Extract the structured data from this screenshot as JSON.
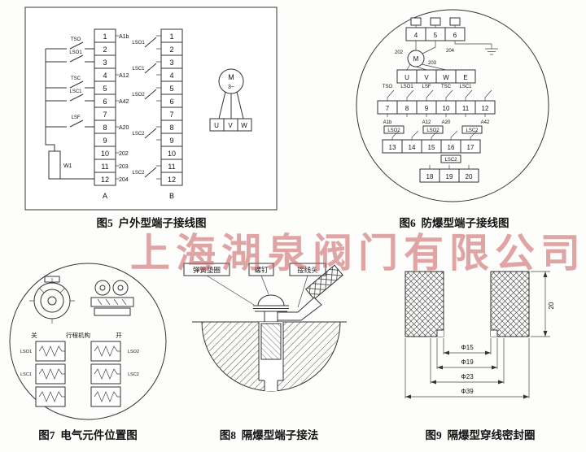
{
  "watermark": "上海湖泉阀门有限公司",
  "fig5": {
    "caption": "图5  户外型端子接线图",
    "column_a_label": "A",
    "column_b_label": "B",
    "terminals_a": [
      "1",
      "2",
      "3",
      "4",
      "5",
      "6",
      "7",
      "8",
      "9",
      "10",
      "11",
      "12"
    ],
    "terminals_b": [
      "1",
      "2",
      "3",
      "4",
      "5",
      "6",
      "7",
      "8",
      "9",
      "10",
      "11",
      "12"
    ],
    "right_labels": [
      "A1b",
      "A12",
      "A42",
      "A20",
      "202",
      "203",
      "204"
    ],
    "switches_a": [
      "TSO",
      "LSO1",
      "TSC",
      "LSC1",
      "LSF"
    ],
    "resistor_label": "W1",
    "switches_b": [
      "LSO1",
      "LSC1",
      "LSO2",
      "LSC2",
      "LSC2"
    ],
    "motor_label": "M",
    "motor_phase": "3~",
    "motor_terminals": [
      "U",
      "V",
      "W"
    ]
  },
  "fig6": {
    "caption": "图6  防爆型端子接线图",
    "top_terminals": [
      "4",
      "5",
      "6"
    ],
    "motor_label": "M",
    "wire_labels": [
      "202",
      "203",
      "204"
    ],
    "phase_terminals": [
      "U",
      "V",
      "W",
      "E"
    ],
    "switch_labels_1": [
      "TSO",
      "LSO1",
      "LSF",
      "TSC",
      "LSC1"
    ],
    "terminals_row1": [
      "7",
      "8",
      "9",
      "10",
      "11",
      "12"
    ],
    "cam_labels": [
      "A1b",
      "A12",
      "A20",
      "A42"
    ],
    "switch_labels_2": [
      "LSO2",
      "LSO2",
      "LSC2"
    ],
    "terminals_row2": [
      "13",
      "14",
      "15",
      "16",
      "17"
    ],
    "switch_labels_3": [
      "LSC2"
    ],
    "terminals_row3": [
      "18",
      "19",
      "20"
    ]
  },
  "fig7": {
    "caption": "图7  电气元件位置图",
    "label_close": "关",
    "label_mechanism": "行程机构",
    "label_open": "开",
    "switch_labels": [
      "LSO1",
      "LSC1",
      "LSO2",
      "LSC2"
    ]
  },
  "fig8": {
    "caption": "图8  隔爆型端子接法",
    "part_labels": [
      "弹簧垫圈",
      "螺钉",
      "接线头"
    ]
  },
  "fig9": {
    "caption": "图9  隔爆型穿线密封圈",
    "height_dim": "20",
    "diameter_dims": [
      "Φ15",
      "Φ19",
      "Φ23",
      "Φ39"
    ]
  }
}
